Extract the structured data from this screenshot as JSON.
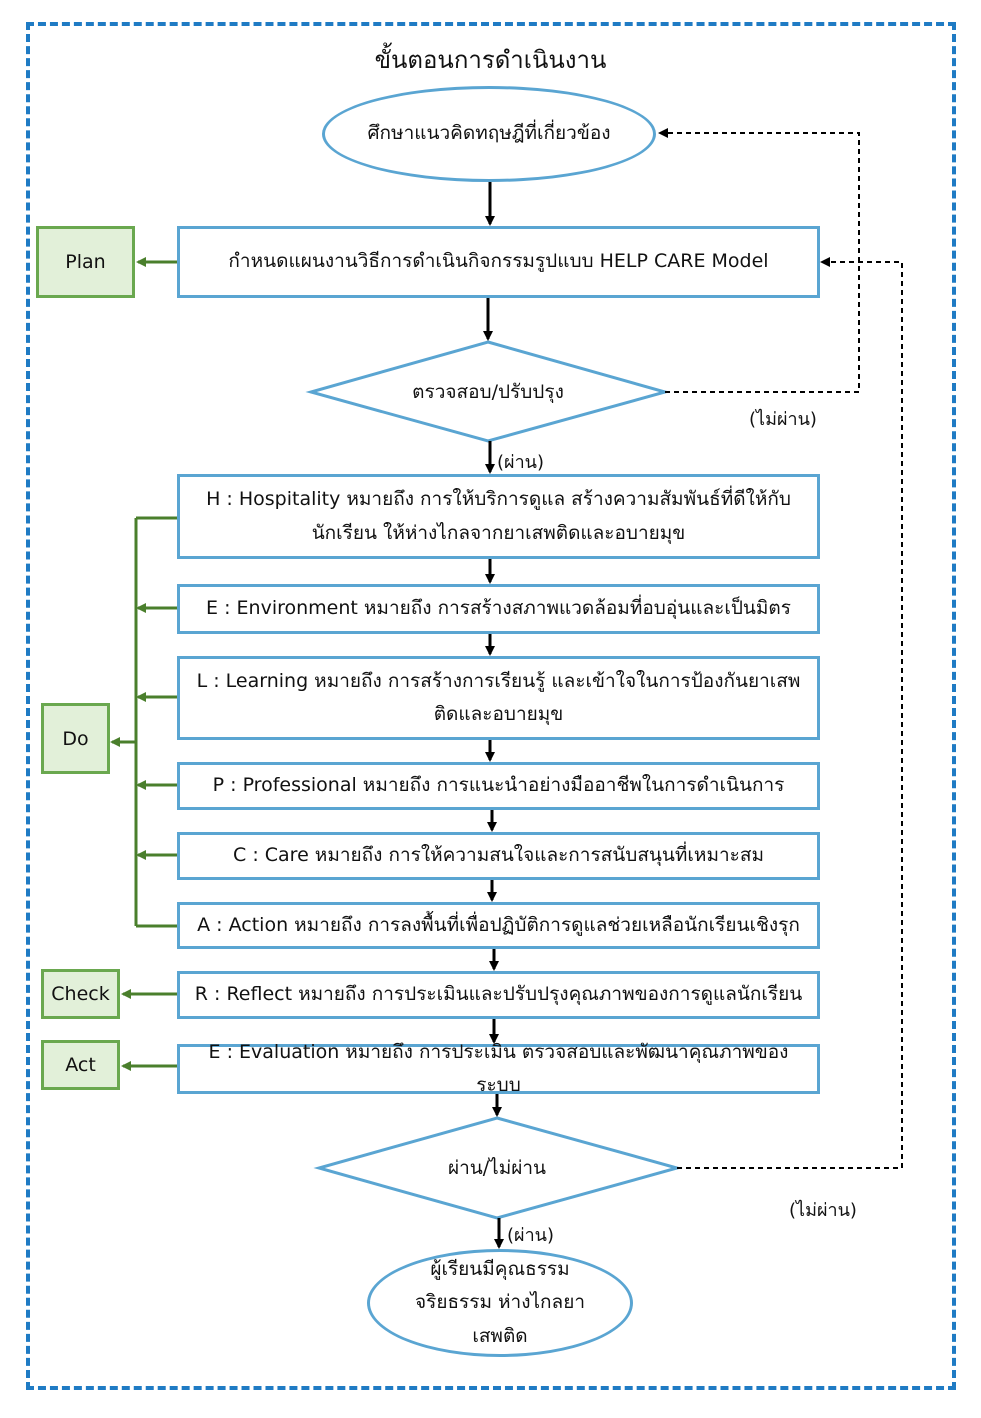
{
  "title": "ขั้นตอนการดำเนินงาน",
  "start": "ศึกษาแนวคิดทฤษฎีที่เกี่ยวข้อง",
  "plan_box": "กำหนดแผนงานวิธีการดำเนินกิจกรรมรูปแบบ HELP CARE Model",
  "decision1": "ตรวจสอบ/ปรับปรุง",
  "decision2": "ผ่าน/ไม่ผ่าน",
  "pass_label": "(ผ่าน)",
  "fail_label": "(ไม่ผ่าน)",
  "steps": {
    "h": "H : Hospitality หมายถึง การให้บริการดูแล สร้างความสัมพันธ์ที่ดีให้กับนักเรียน ให้ห่างไกลจากยาเสพติดและอบายมุข",
    "e1": "E : Environment หมายถึง  การสร้างสภาพแวดล้อมที่อบอุ่นและเป็นมิตร",
    "l": "L : Learning หมายถึง การสร้างการเรียนรู้ และเข้าใจในการป้องกันยาเสพติดและอบายมุข",
    "p": "P : Professional หมายถึง การแนะนำอย่างมืออาชีพในการดำเนินการ",
    "c": "C : Care หมายถึง การให้ความสนใจและการสนับสนุนที่เหมาะสม",
    "a": "A : Action หมายถึง การลงพื้นที่เพื่อปฏิบัติการดูแลช่วยเหลือนักเรียนเชิงรุก",
    "r": "R : Reflect หมายถึง การประเมินและปรับปรุงคุณภาพของการดูแลนักเรียน",
    "e2": "E : Evaluation หมายถึง การประเมิน ตรวจสอบและพัฒนาคุณภาพของระบบ"
  },
  "end": "ผู้เรียนมีคุณธรรม จริยธรรม ห่างไกลยาเสพติด",
  "tags": {
    "plan": "Plan",
    "do": "Do",
    "check": "Check",
    "act": "Act"
  },
  "colors": {
    "frame": "#1f7bc4",
    "box_border": "#5aa5d2",
    "tag_border": "#6aa84f",
    "tag_fill": "#e2f0d9",
    "do_connector": "#4a7f2c"
  }
}
